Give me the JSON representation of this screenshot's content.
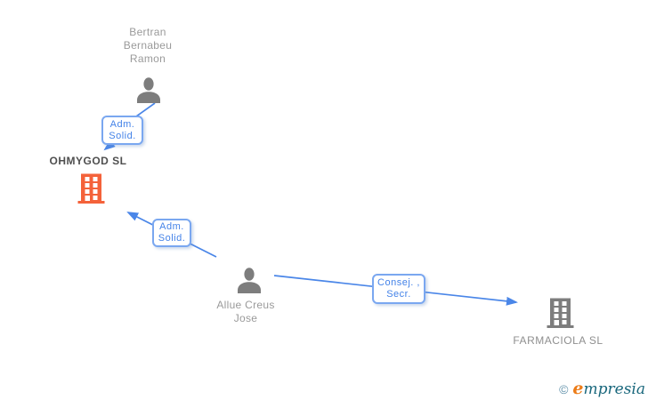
{
  "nodes": {
    "bertran": {
      "type": "person",
      "name_line1": "Bertran",
      "name_line2": "Bernabeu",
      "name_line3": "Ramon"
    },
    "ohmygod": {
      "type": "company",
      "name": "OHMYGOD SL",
      "highlighted": true
    },
    "allue": {
      "type": "person",
      "name_line1": "Allue Creus",
      "name_line2": "Jose"
    },
    "farmaciola": {
      "type": "company",
      "name": "FARMACIOLA SL",
      "highlighted": false
    }
  },
  "edges": {
    "bertran_to_ohmygod": {
      "role_line1": "Adm.",
      "role_line2": "Solid."
    },
    "allue_to_ohmygod": {
      "role_line1": "Adm.",
      "role_line2": "Solid."
    },
    "allue_to_farmaciola": {
      "role_line1": "Consej. ,",
      "role_line2": "Secr."
    }
  },
  "watermark": {
    "copyright": "©",
    "brand_first_letter": "e",
    "brand_rest": "mpresia"
  },
  "colors": {
    "edge_blue": "#4a86e8",
    "label_border_blue": "#7aa7f0",
    "label_text_blue": "#4382e8",
    "highlight_company_orange": "#f4623a",
    "node_gray": "#7d7d7d",
    "person_name_gray": "#9a9a9a",
    "company_name_gray": "#8f8f8f",
    "highlight_name_dark": "#4f4f4f",
    "watermark_copyright_blue": "#6292ab",
    "watermark_initial_orange": "#ec7c18",
    "watermark_brand_teal": "#19677c",
    "background": "#ffffff"
  }
}
